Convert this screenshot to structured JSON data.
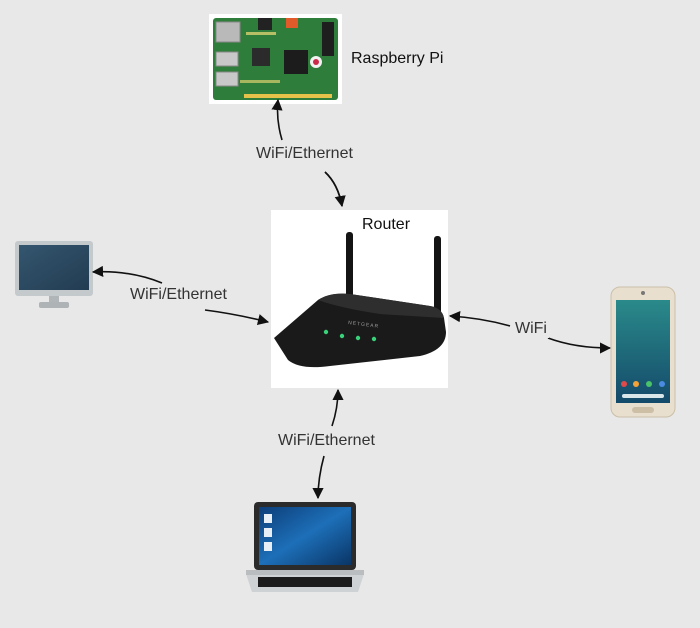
{
  "nodes": {
    "raspberry_pi": {
      "label": "Raspberry Pi"
    },
    "router": {
      "label": "Router",
      "brand": "NETGEAR"
    },
    "monitor": {
      "label": ""
    },
    "phone": {
      "label": ""
    },
    "laptop": {
      "label": ""
    }
  },
  "edges": [
    {
      "from": "router",
      "to": "raspberry_pi",
      "label": "WiFi/Ethernet"
    },
    {
      "from": "router",
      "to": "monitor",
      "label": "WiFi/Ethernet"
    },
    {
      "from": "router",
      "to": "phone",
      "label": "WiFi"
    },
    {
      "from": "router",
      "to": "laptop",
      "label": "WiFi/Ethernet"
    }
  ],
  "colors": {
    "background": "#e8e8e8",
    "pcb_green": "#2f7d3a",
    "router_body": "#1a1a1a",
    "router_leds": "#39d27a",
    "monitor_screen": "#2b4a63",
    "phone_screen": "#1f6f78",
    "laptop_screen": "#1d6fb8",
    "arrow": "#111111"
  }
}
